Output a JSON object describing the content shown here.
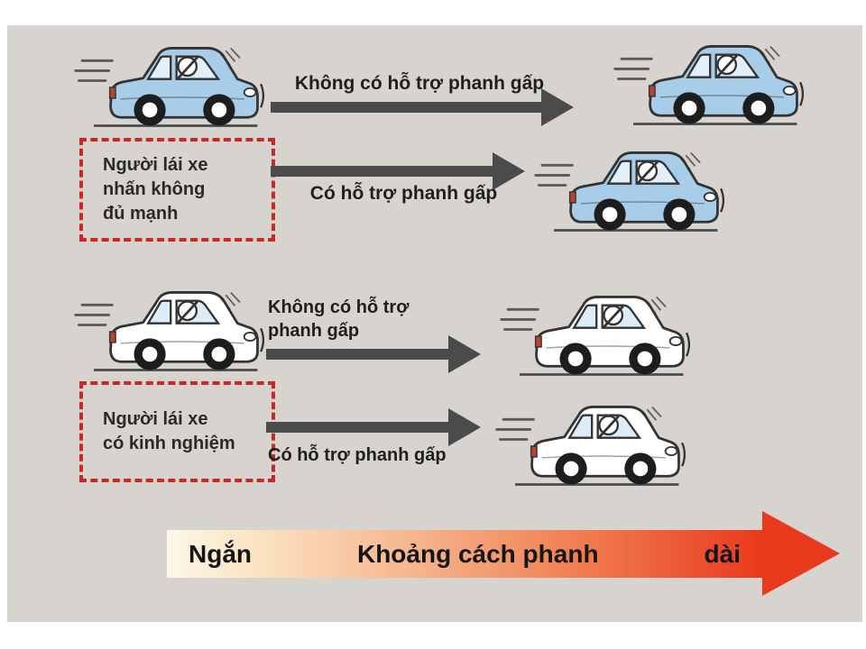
{
  "panel": {
    "sections": [
      {
        "name": "weak-brake-driver",
        "box_lines": [
          "Người lái xe",
          "nhấn không",
          "đủ mạnh"
        ],
        "rows": [
          {
            "assist": false,
            "label_lines": [
              "Không có hỗ trợ phanh gấp"
            ]
          },
          {
            "assist": true,
            "label_lines": [
              "Có hỗ trợ phanh gấp"
            ]
          }
        ]
      },
      {
        "name": "experienced-driver",
        "box_lines": [
          "Người lái xe",
          "có kinh nghiệm"
        ],
        "rows": [
          {
            "assist": false,
            "label_lines": [
              "Không có hỗ trợ",
              "phanh gấp"
            ]
          },
          {
            "assist": true,
            "label_lines": [
              "Có hỗ trợ phanh gấp"
            ]
          }
        ]
      }
    ],
    "scale": {
      "left_label": "Ngắn",
      "center_label": "Khoảng cách phanh",
      "right_label": "dài"
    },
    "icons": {
      "car_blue": "car-icon",
      "car_white": "car-icon",
      "arrow": "right-arrow-icon"
    },
    "colors": {
      "background": "#d7d3ce",
      "arrow": "#4b4b4b",
      "dashed_box": "#cb2725",
      "car_blue_color": "#a8cde8",
      "car_white_color": "#ffffff",
      "scale_start": "#fdf8e8",
      "scale_end": "#e93a1d"
    }
  }
}
